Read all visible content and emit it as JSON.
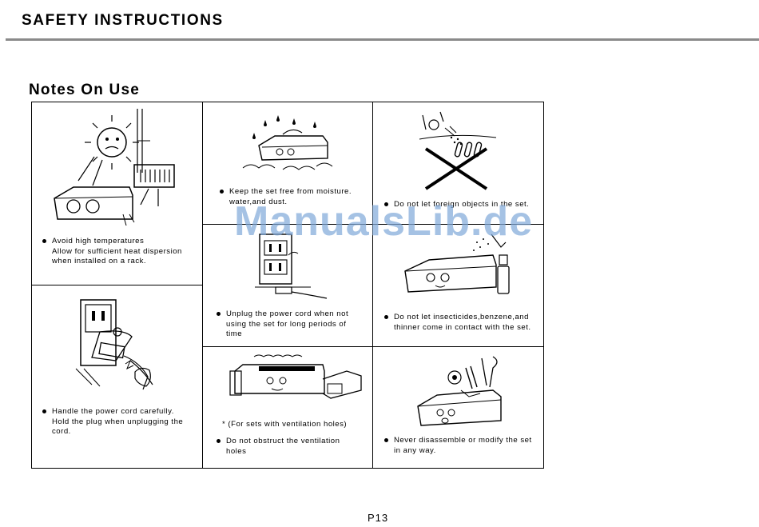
{
  "header": {
    "title": "SAFETY INSTRUCTIONS"
  },
  "section": {
    "title": "Notes On Use"
  },
  "notes": [
    {
      "text": "Avoid high temperatures\nAllow for sufficient heat dispersion\nwhen installed on a rack."
    },
    {
      "text": "Handle the power cord carefully.\nHold the plug when unplugging the\ncord."
    },
    {
      "text": "Keep the set free from moisture.\nwater,and dust."
    },
    {
      "text": "Unplug the power cord when not\nusing the set for long periods of\ntime"
    },
    {
      "text": "Do not obstruct the ventilation\nholes"
    },
    {
      "text": "Do not let foreign objects in the set."
    },
    {
      "text": "Do not let insecticides,benzene,and\nthinner come in contact with the set."
    },
    {
      "text": "Never disassemble or modify the set\nin any way."
    }
  ],
  "footnote": "* (For sets with ventilation holes)",
  "watermark": "ManualsLib.de",
  "page_number": "P13",
  "colors": {
    "rule": "#8a8a8a",
    "watermark": "#7fa9d9"
  }
}
